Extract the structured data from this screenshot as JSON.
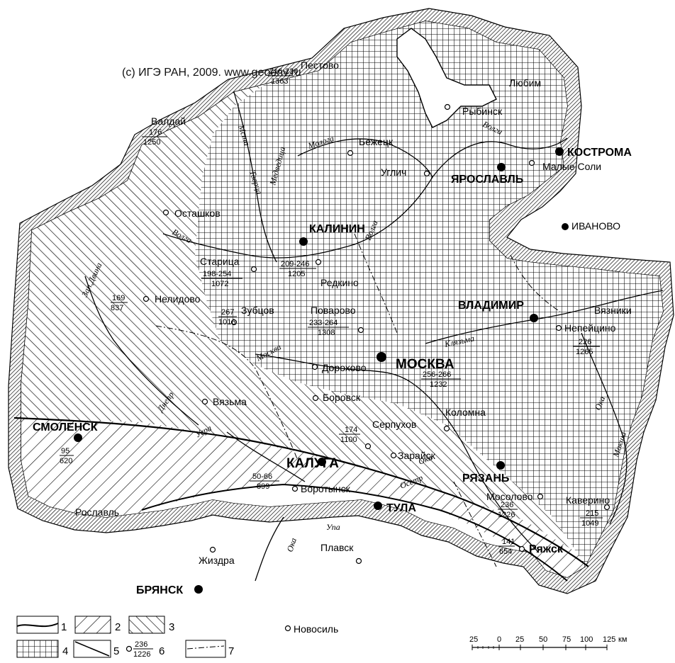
{
  "watermark": "(c) ИГЭ РАН, 2009. www.geoenv.ru",
  "cities_major": {
    "moskva": "МОСКВА",
    "kaluga": "КАЛУГА",
    "smolensk": "СМОЛЕНСК",
    "kostroma": "КОСТРОМА",
    "yaroslavl": "ЯРОСЛАВЛЬ",
    "kalinin": "КАЛИНИН",
    "ivanovo": "ИВАНОВО",
    "vladimir": "ВЛАДИМИР",
    "ryazan": "РЯЗАНЬ",
    "tula": "ТУЛА",
    "bryansk": "БРЯНСК"
  },
  "cities": {
    "pestovo": "Пестово",
    "lyubim": "Любим",
    "rybinsk": "Рыбинск",
    "bezhetsk": "Бежецк",
    "valday": "Валдай",
    "uglich": "Углич",
    "malye_soli": "Малые Соли",
    "ostashkov": "Осташков",
    "staritsa": "Старица",
    "redkino": "Редкино",
    "nelidovo": "Нелидово",
    "zubtsov": "Зубцов",
    "povarovo": "Поварово",
    "vyazniki": "Вязники",
    "nepeytsino": "Непейцино",
    "dorokhovo": "Дорохово",
    "vyazma": "Вязьма",
    "borovsk": "Боровск",
    "serpukhov": "Серпухов",
    "kolomna": "Коломна",
    "zaraysk": "Зарайск",
    "vorotynsk": "Воротынск",
    "roslavl": "Рославль",
    "mosolovo": "Мосолово",
    "kaverino": "Каверино",
    "ryazhsk": "Ряжск",
    "zhizdra": "Жиздра",
    "plavsk": "Плавск",
    "novosil": "Новосиль"
  },
  "values": {
    "pestovo": {
      "top": "216-220",
      "bottom": "1363"
    },
    "valday": {
      "top": "176",
      "bottom": "1250"
    },
    "staritsa": {
      "top": "198-254",
      "bottom": "1072"
    },
    "redkino": {
      "top": "209-246",
      "bottom": "1205"
    },
    "nelidovo": {
      "top": "169",
      "bottom": "837"
    },
    "zubtsov": {
      "top": "267",
      "bottom": "1016"
    },
    "povarovo": {
      "top": "233-264",
      "bottom": "1308"
    },
    "nepeytsino": {
      "top": "226",
      "bottom": "1265"
    },
    "moskva": {
      "top": "256-266",
      "bottom": "1232"
    },
    "serpukhov": {
      "top": "174",
      "bottom": "1100"
    },
    "smolensk": {
      "top": "95",
      "bottom": "620"
    },
    "kaluga": {
      "top": "50-66",
      "bottom": "899"
    },
    "mosolovo": {
      "top": "236",
      "bottom": "1226"
    },
    "kaverino": {
      "top": "215",
      "bottom": "1049"
    },
    "ryazhsk": {
      "top": "141",
      "bottom": "654"
    }
  },
  "rivers": {
    "volga_n": "Волга",
    "volga_c": "Волга",
    "volga_w": "Волга",
    "mologa": "Молога",
    "msta": "Мста",
    "tvertsa": "Тверца",
    "medveditsa": "Медведица",
    "zap_dvina": "Зап.Двина",
    "dnepr": "Днепр",
    "moskva_r": "Москва",
    "klyazma": "Клязьма",
    "oka_c": "Ока",
    "oka_s": "Ока",
    "oka_e": "Ока",
    "ugra": "Угра",
    "upa": "Упа",
    "osetr": "Осетр",
    "moksha": "Мокша"
  },
  "legend": {
    "items": [
      {
        "number": "1",
        "pattern": "line-hachure"
      },
      {
        "number": "2",
        "pattern": "diag-right"
      },
      {
        "number": "3",
        "pattern": "diag-left"
      },
      {
        "number": "4",
        "pattern": "grid"
      },
      {
        "number": "5",
        "pattern": "single-diag"
      },
      {
        "number": "6",
        "pattern": "sample-point",
        "top": "236",
        "bottom": "1226"
      },
      {
        "number": "7",
        "pattern": "dash-dot"
      }
    ]
  },
  "scale_bar": {
    "ticks": [
      "25",
      "0",
      "25",
      "50",
      "75",
      "100",
      "125"
    ],
    "unit": "км"
  },
  "colors": {
    "ink": "#000000",
    "paper": "#ffffff"
  }
}
